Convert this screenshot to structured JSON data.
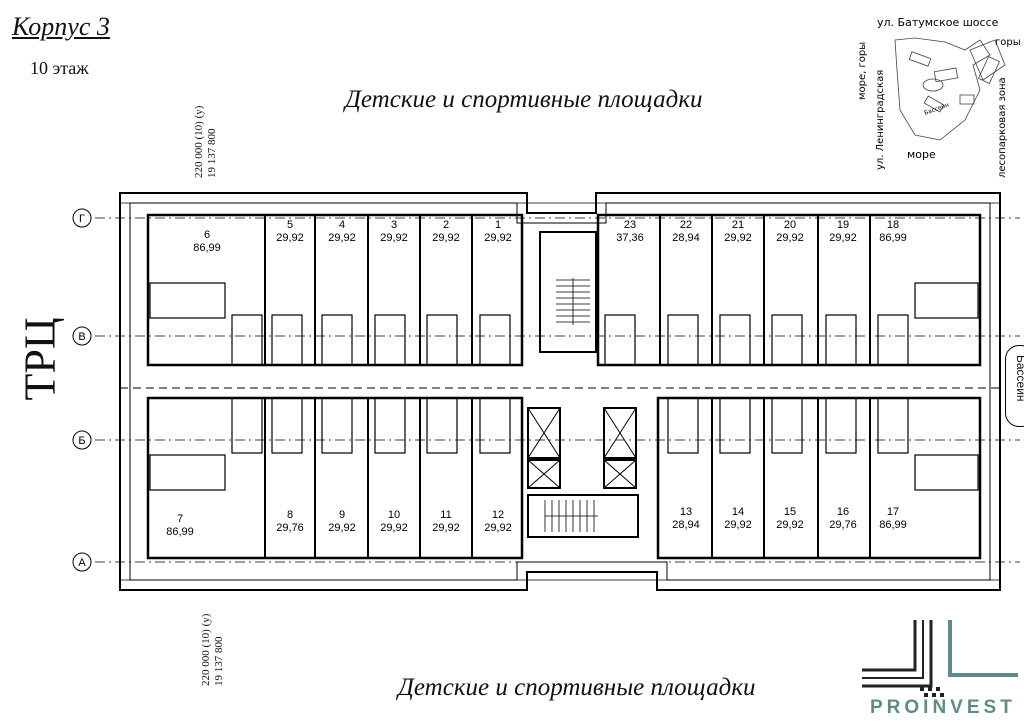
{
  "header": {
    "title": "Корпус 3",
    "floor": "10 этаж"
  },
  "captions": {
    "top": "Детские и спортивные площадки",
    "bottom": "Детские и спортивные площадки",
    "left_building": "ТРЦ",
    "pool": "Бассейн"
  },
  "side_labels": {
    "top_line1": "220 000 (10) (у)",
    "top_line2": "19 137 800",
    "bottom_line1": "220 000 (10) (у)",
    "bottom_line2": "19 137 800"
  },
  "axes": [
    "Г",
    "В",
    "Б",
    "А"
  ],
  "units": [
    {
      "num": "6",
      "area": "86,99"
    },
    {
      "num": "5",
      "area": "29,92"
    },
    {
      "num": "4",
      "area": "29,92"
    },
    {
      "num": "3",
      "area": "29,92"
    },
    {
      "num": "2",
      "area": "29,92"
    },
    {
      "num": "1",
      "area": "29,92"
    },
    {
      "num": "23",
      "area": "37,36"
    },
    {
      "num": "22",
      "area": "28,94"
    },
    {
      "num": "21",
      "area": "29,92"
    },
    {
      "num": "20",
      "area": "29,92"
    },
    {
      "num": "19",
      "area": "29,92"
    },
    {
      "num": "18",
      "area": "86,99"
    },
    {
      "num": "7",
      "area": "86,99"
    },
    {
      "num": "8",
      "area": "29,76"
    },
    {
      "num": "9",
      "area": "29,92"
    },
    {
      "num": "10",
      "area": "29,92"
    },
    {
      "num": "11",
      "area": "29,92"
    },
    {
      "num": "12",
      "area": "29,92"
    },
    {
      "num": "13",
      "area": "28,94"
    },
    {
      "num": "14",
      "area": "29,92"
    },
    {
      "num": "15",
      "area": "29,92"
    },
    {
      "num": "16",
      "area": "29,76"
    },
    {
      "num": "17",
      "area": "86,99"
    }
  ],
  "minimap": {
    "street_top": "ул. Батумское шоссе",
    "mountains": "горы",
    "sea_mountains": "море, горы",
    "street_left": "ул. Ленинградская",
    "sea": "море",
    "forest": "лесопарковая зона",
    "pool": "Бассейн"
  },
  "logo": {
    "brand": "PROINVEST",
    "color": "#5f8c8a"
  }
}
